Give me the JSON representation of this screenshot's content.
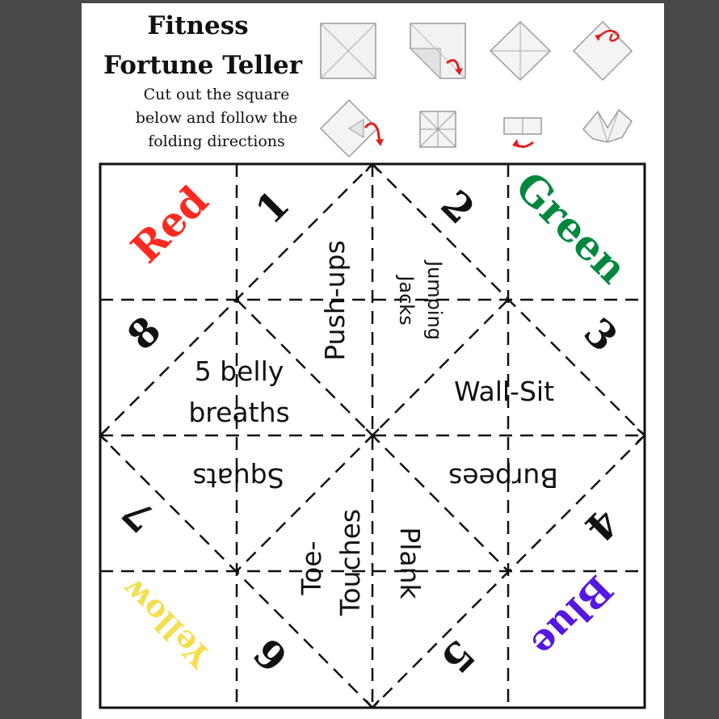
{
  "title": {
    "line1": "Fitness",
    "line2": "Fortune Teller"
  },
  "instructions": {
    "line1": "Cut out the square",
    "line2": "below and follow the",
    "line3": "folding directions"
  },
  "folding_steps": [
    "fold-diagonals-icon",
    "fold-corner-icon",
    "folded-diamond-icon",
    "flip-over-icon",
    "fold-corner-again-icon",
    "folded-square-icon",
    "fold-in-half-icon",
    "finished-fortune-teller-icon"
  ],
  "colors": {
    "red": "#ff2a1f",
    "green": "#00873e",
    "blue": "#5418e0",
    "yellow": "#f5de4f",
    "arrow": "#e02020"
  },
  "board": {
    "color_labels": {
      "red": "Red",
      "green": "Green",
      "yellow": "Yellow",
      "blue": "Blue"
    },
    "numbers": [
      "1",
      "2",
      "3",
      "4",
      "5",
      "6",
      "7",
      "8"
    ],
    "exercises": {
      "pushups": "Push-ups",
      "jumping1": "Jumping",
      "jumping2": "Jacks",
      "belly1": "5 belly",
      "belly2": "breaths",
      "wallsit": "Wall-Sit",
      "squats": "Squats",
      "burpees": "Burpees",
      "toe1": "Toe-",
      "toe2": "Touches",
      "plank": "Plank"
    }
  }
}
